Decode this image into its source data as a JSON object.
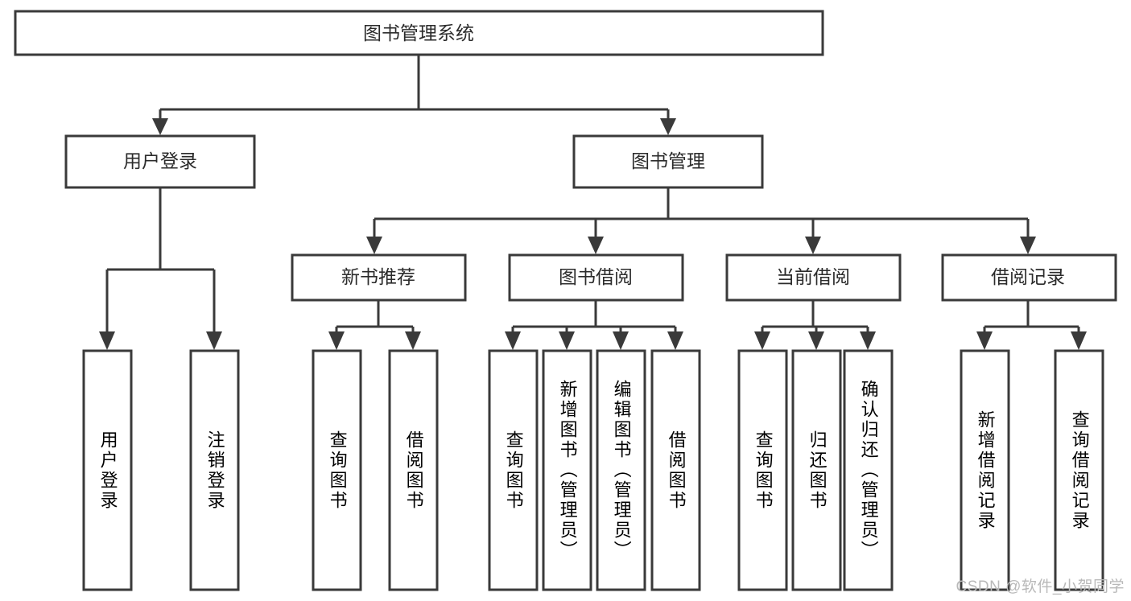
{
  "diagram": {
    "type": "tree",
    "title": "图书管理系统",
    "watermark": "CSDN @软件_小贺同学",
    "colors": {
      "stroke": "#3a3a3a",
      "box_fill": "#ffffff",
      "text": "#2b2b2b",
      "background": "#ffffff",
      "watermark": "#b9b9b9"
    },
    "root": {
      "label": "图书管理系统"
    },
    "level2": [
      {
        "label": "用户登录"
      },
      {
        "label": "图书管理"
      }
    ],
    "level3": [
      {
        "label": "新书推荐"
      },
      {
        "label": "图书借阅"
      },
      {
        "label": "当前借阅"
      },
      {
        "label": "借阅记录"
      }
    ],
    "leaves": {
      "user_login": [
        {
          "label": "用户登录"
        },
        {
          "label": "注销登录"
        }
      ],
      "new_book": [
        {
          "label": "查询图书"
        },
        {
          "label": "借阅图书"
        }
      ],
      "book_borrow": [
        {
          "label": "查询图书"
        },
        {
          "label": "新增图书（管理员）"
        },
        {
          "label": "编辑图书（管理员）"
        },
        {
          "label": "借阅图书"
        }
      ],
      "current_borrow": [
        {
          "label": "查询图书"
        },
        {
          "label": "归还图书"
        },
        {
          "label": "确认归还（管理员）"
        }
      ],
      "borrow_record": [
        {
          "label": "新增借阅记录"
        },
        {
          "label": "查询借阅记录"
        }
      ]
    }
  }
}
